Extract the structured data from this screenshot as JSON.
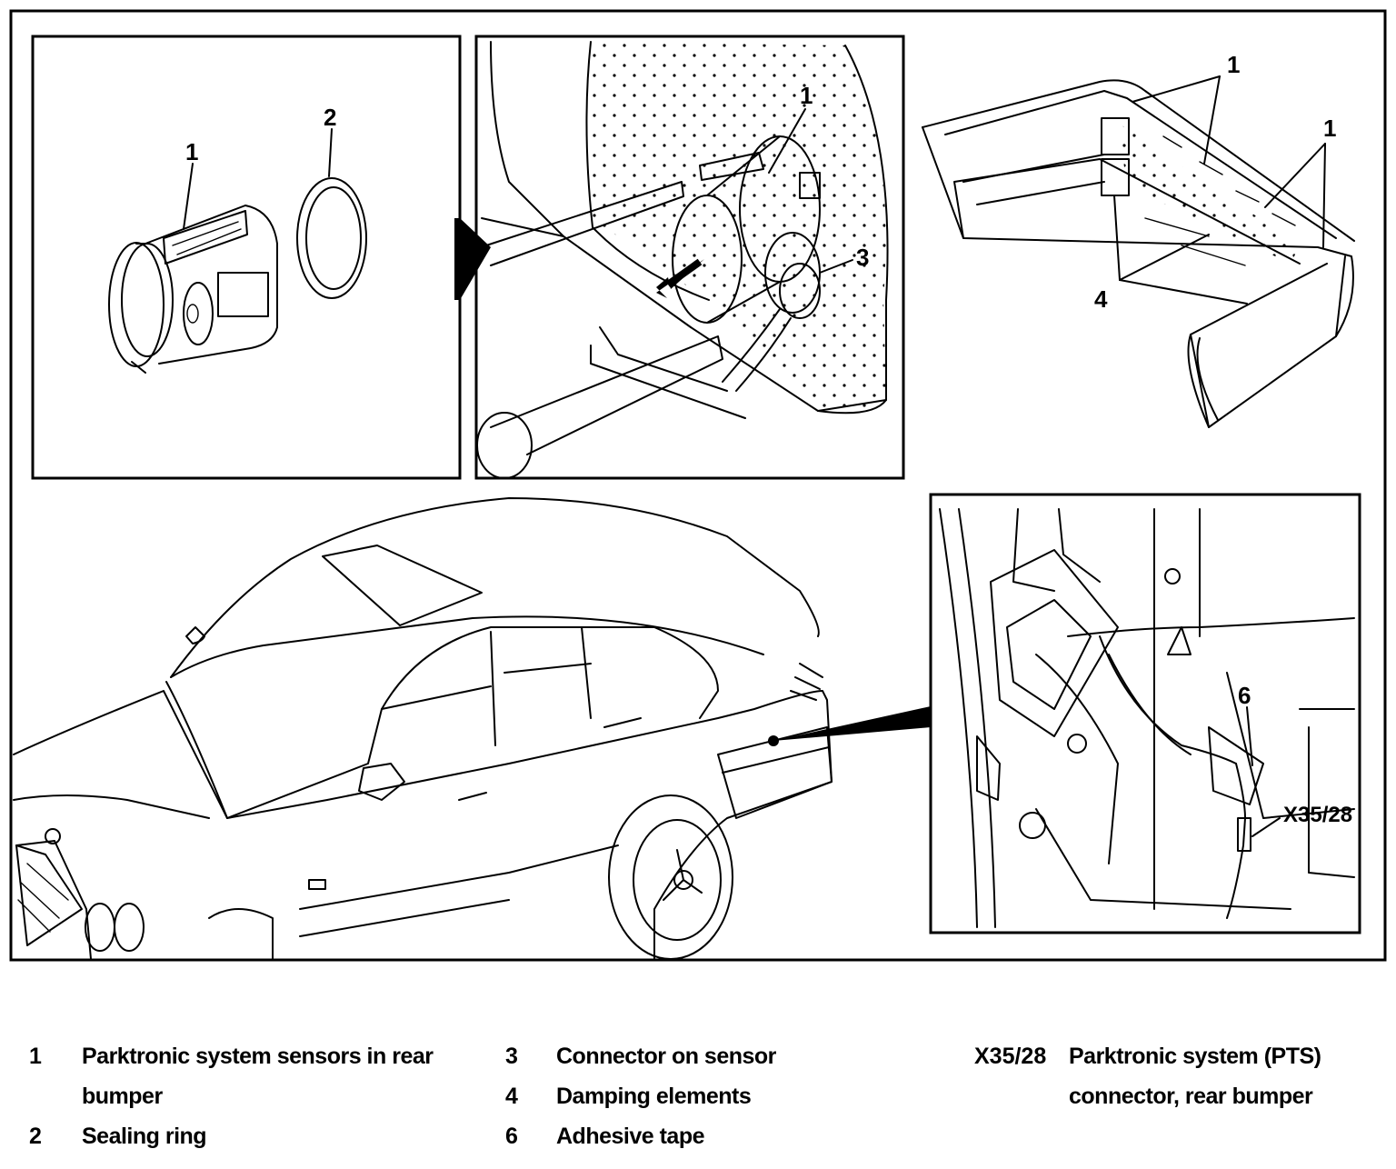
{
  "callouts": {
    "p1_sensor": "1",
    "p1_ring": "2",
    "p2_sensor": "1",
    "p2_connector": "3",
    "p3_sensor_a": "1",
    "p3_sensor_b": "1",
    "p3_damping": "4",
    "p5_tape": "6",
    "p5_connector": "X35/28"
  },
  "legend": [
    {
      "key": "1",
      "text_line1": "Parktronic system sensors in rear",
      "text_line2": "bumper"
    },
    {
      "key": "2",
      "text_line1": "Sealing ring"
    },
    {
      "key": "3",
      "text_line1": "Connector on sensor"
    },
    {
      "key": "4",
      "text_line1": "Damping elements"
    },
    {
      "key": "6",
      "text_line1": "Adhesive tape"
    },
    {
      "key": "X35/28",
      "text_line1": "Parktronic system (PTS)",
      "text_line2": "connector, rear bumper"
    }
  ]
}
